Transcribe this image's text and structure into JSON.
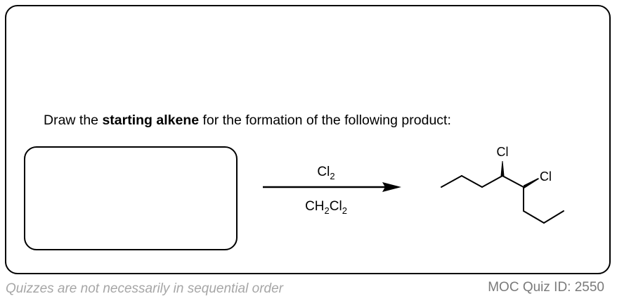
{
  "question": {
    "prefix": "Draw the ",
    "bold": "starting alkene",
    "suffix": " for the formation of the following product:"
  },
  "reaction": {
    "reagent_top": {
      "main": "Cl",
      "sub": "2"
    },
    "reagent_bottom": {
      "p1": "CH",
      "s1": "2",
      "p2": "Cl",
      "s2": "2"
    },
    "product_labels": {
      "cl_top": "Cl",
      "cl_right": "Cl"
    }
  },
  "footer": {
    "left": "Quizzes are not necessarily in sequential order",
    "right": "MOC Quiz ID: 2550"
  },
  "colors": {
    "footer_left": "#a6a6a6",
    "footer_right": "#7a7a7a",
    "ink": "#000000"
  }
}
